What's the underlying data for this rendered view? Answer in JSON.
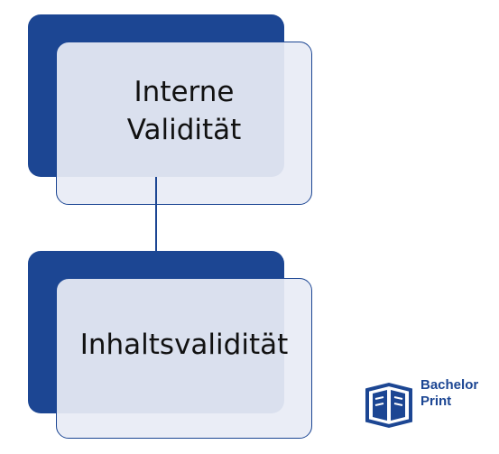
{
  "diagram": {
    "nodes": [
      {
        "id": "interne-validitaet",
        "label": "Interne\nValidität"
      },
      {
        "id": "inhaltsvaliditaet",
        "label": "Inhaltsvalidität"
      }
    ],
    "edges": [
      {
        "from": "interne-validitaet",
        "to": "inhaltsvaliditaet"
      }
    ]
  },
  "logo": {
    "line1": "Bachelor",
    "line2": "Print"
  },
  "colors": {
    "accent": "#1c4693",
    "box_fill": "#e8ecf5"
  }
}
